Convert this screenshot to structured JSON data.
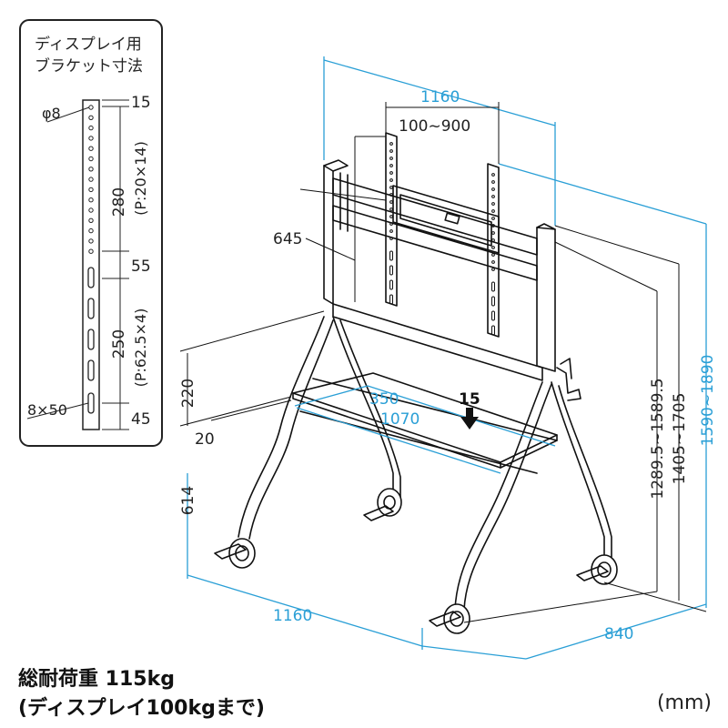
{
  "bracket_inset": {
    "title_line1": "ディスプレイ用",
    "title_line2": "ブラケット寸法",
    "hole_diameter": "φ8",
    "slot_size": "8×50",
    "dims": {
      "top": "15",
      "pitch_small": "280",
      "pitch_small_note": "(P:20×14)",
      "gap": "55",
      "pitch_large": "250",
      "pitch_large_note": "(P:62.5×4)",
      "bottom": "45"
    }
  },
  "dimensions": {
    "top_width": "1160",
    "bracket_range": "100~900",
    "bracket_height": "645",
    "shelf_depth": "350",
    "shelf_width": "1070",
    "shelf_load": "15",
    "shelf_gap": "220",
    "shelf_offset": "20",
    "shelf_height": "614",
    "base_width": "1160",
    "base_depth": "840",
    "center_height": "1289.5~1589.5",
    "top_height": "1405~1705",
    "total_height": "1590~1890"
  },
  "caption": {
    "line1": "総耐荷重 115kg",
    "line2": "(ディスプレイ100kgまで)"
  },
  "unit_label": "(mm)",
  "colors": {
    "dimension_blue": "#2a9fd6",
    "line_black": "#111111"
  }
}
